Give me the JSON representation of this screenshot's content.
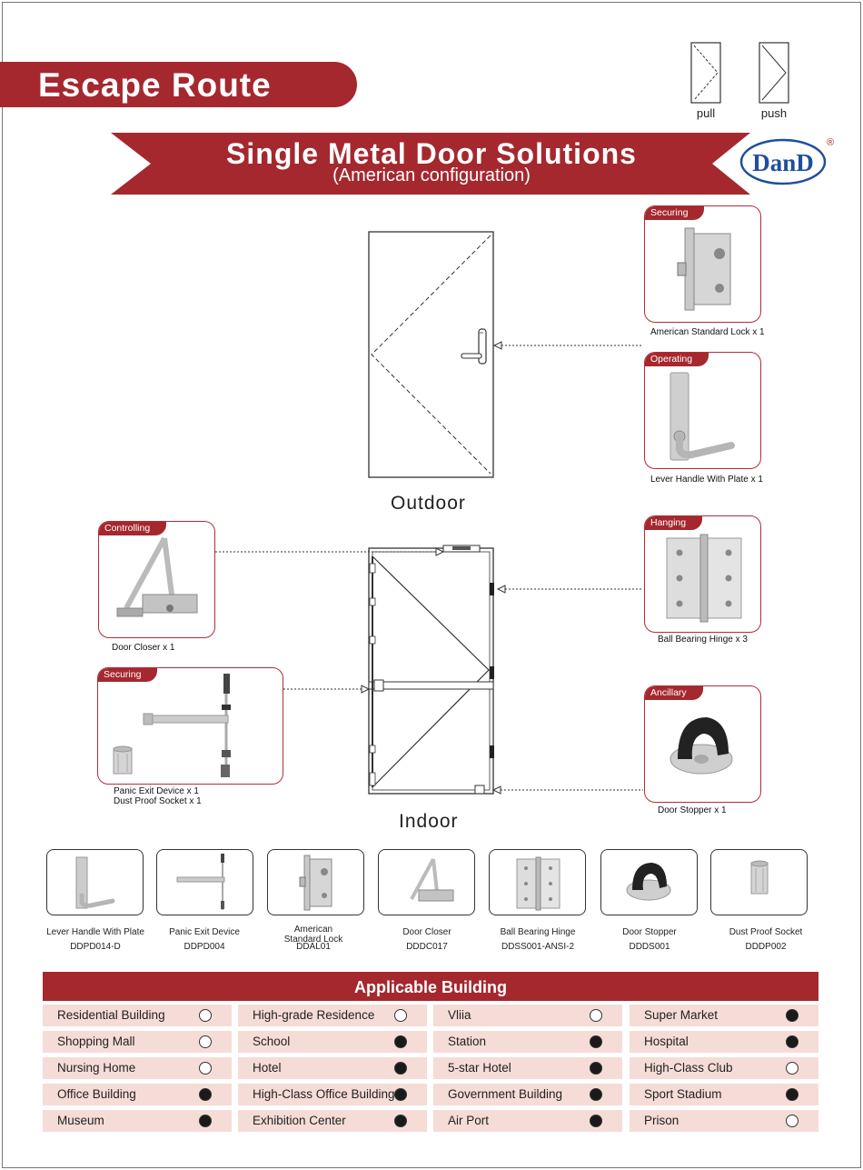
{
  "header": {
    "tab_title": "Escape Route",
    "banner_title": "Single Metal Door Solutions",
    "banner_subtitle": "(American configuration)",
    "logo_text": "DanD",
    "logo_mark": "®"
  },
  "swing_legend": {
    "pull": "pull",
    "push": "push"
  },
  "doors": {
    "outdoor": "Outdoor",
    "indoor": "Indoor"
  },
  "outdoor_cards": [
    {
      "tag": "Securing",
      "caption": "American Standard Lock x 1"
    },
    {
      "tag": "Operating",
      "caption": "Lever Handle With Plate x 1"
    }
  ],
  "indoor_left_cards": [
    {
      "tag": "Controlling",
      "caption": "Door Closer x 1"
    },
    {
      "tag": "Securing",
      "caption_line1": "Panic  Exit  Device x 1",
      "caption_line2": "Dust  Proof Socket  x 1"
    }
  ],
  "indoor_right_cards": [
    {
      "tag": "Hanging",
      "caption": "Ball Bearing Hinge x 3"
    },
    {
      "tag": "Ancillary",
      "caption": "Door Stopper x 1"
    }
  ],
  "products": [
    {
      "name": "Lever Handle With Plate",
      "code": "DDPD014-D"
    },
    {
      "name": "Panic Exit Device",
      "code": "DDPD004"
    },
    {
      "name_line1": "American",
      "name_line2": "Standard Lock",
      "code": "DDAL01"
    },
    {
      "name": "Door Closer",
      "code": "DDDC017"
    },
    {
      "name": "Ball Bearing Hinge",
      "code": "DDSS001-ANSI-2"
    },
    {
      "name": "Door Stopper",
      "code": "DDDS001"
    },
    {
      "name": "Dust Proof Socket",
      "code": "DDDP002"
    }
  ],
  "applicable": {
    "title": "Applicable Building",
    "rows": [
      [
        {
          "name": "Residential Building",
          "applicable": false
        },
        {
          "name": "High-grade Residence",
          "applicable": false
        },
        {
          "name": "Vliia",
          "applicable": false
        },
        {
          "name": "Super Market",
          "applicable": true
        }
      ],
      [
        {
          "name": "Shopping Mall",
          "applicable": false
        },
        {
          "name": "School",
          "applicable": true
        },
        {
          "name": "Station",
          "applicable": true
        },
        {
          "name": "Hospital",
          "applicable": true
        }
      ],
      [
        {
          "name": "Nursing Home",
          "applicable": false
        },
        {
          "name": "Hotel",
          "applicable": true
        },
        {
          "name": "5-star Hotel",
          "applicable": true
        },
        {
          "name": "High-Class Club",
          "applicable": false
        }
      ],
      [
        {
          "name": "Office Building",
          "applicable": true
        },
        {
          "name": "High-Class Office Building",
          "applicable": true
        },
        {
          "name": "Government Building",
          "applicable": true
        },
        {
          "name": "Sport Stadium",
          "applicable": true
        }
      ],
      [
        {
          "name": "Museum",
          "applicable": true
        },
        {
          "name": "Exhibition Center",
          "applicable": true
        },
        {
          "name": "Air Port",
          "applicable": true
        },
        {
          "name": "Prison",
          "applicable": false
        }
      ]
    ]
  },
  "colors": {
    "brand_red": "#a5282f",
    "cell_bg": "#f6dcd7",
    "logo_blue": "#1e4f9c"
  }
}
